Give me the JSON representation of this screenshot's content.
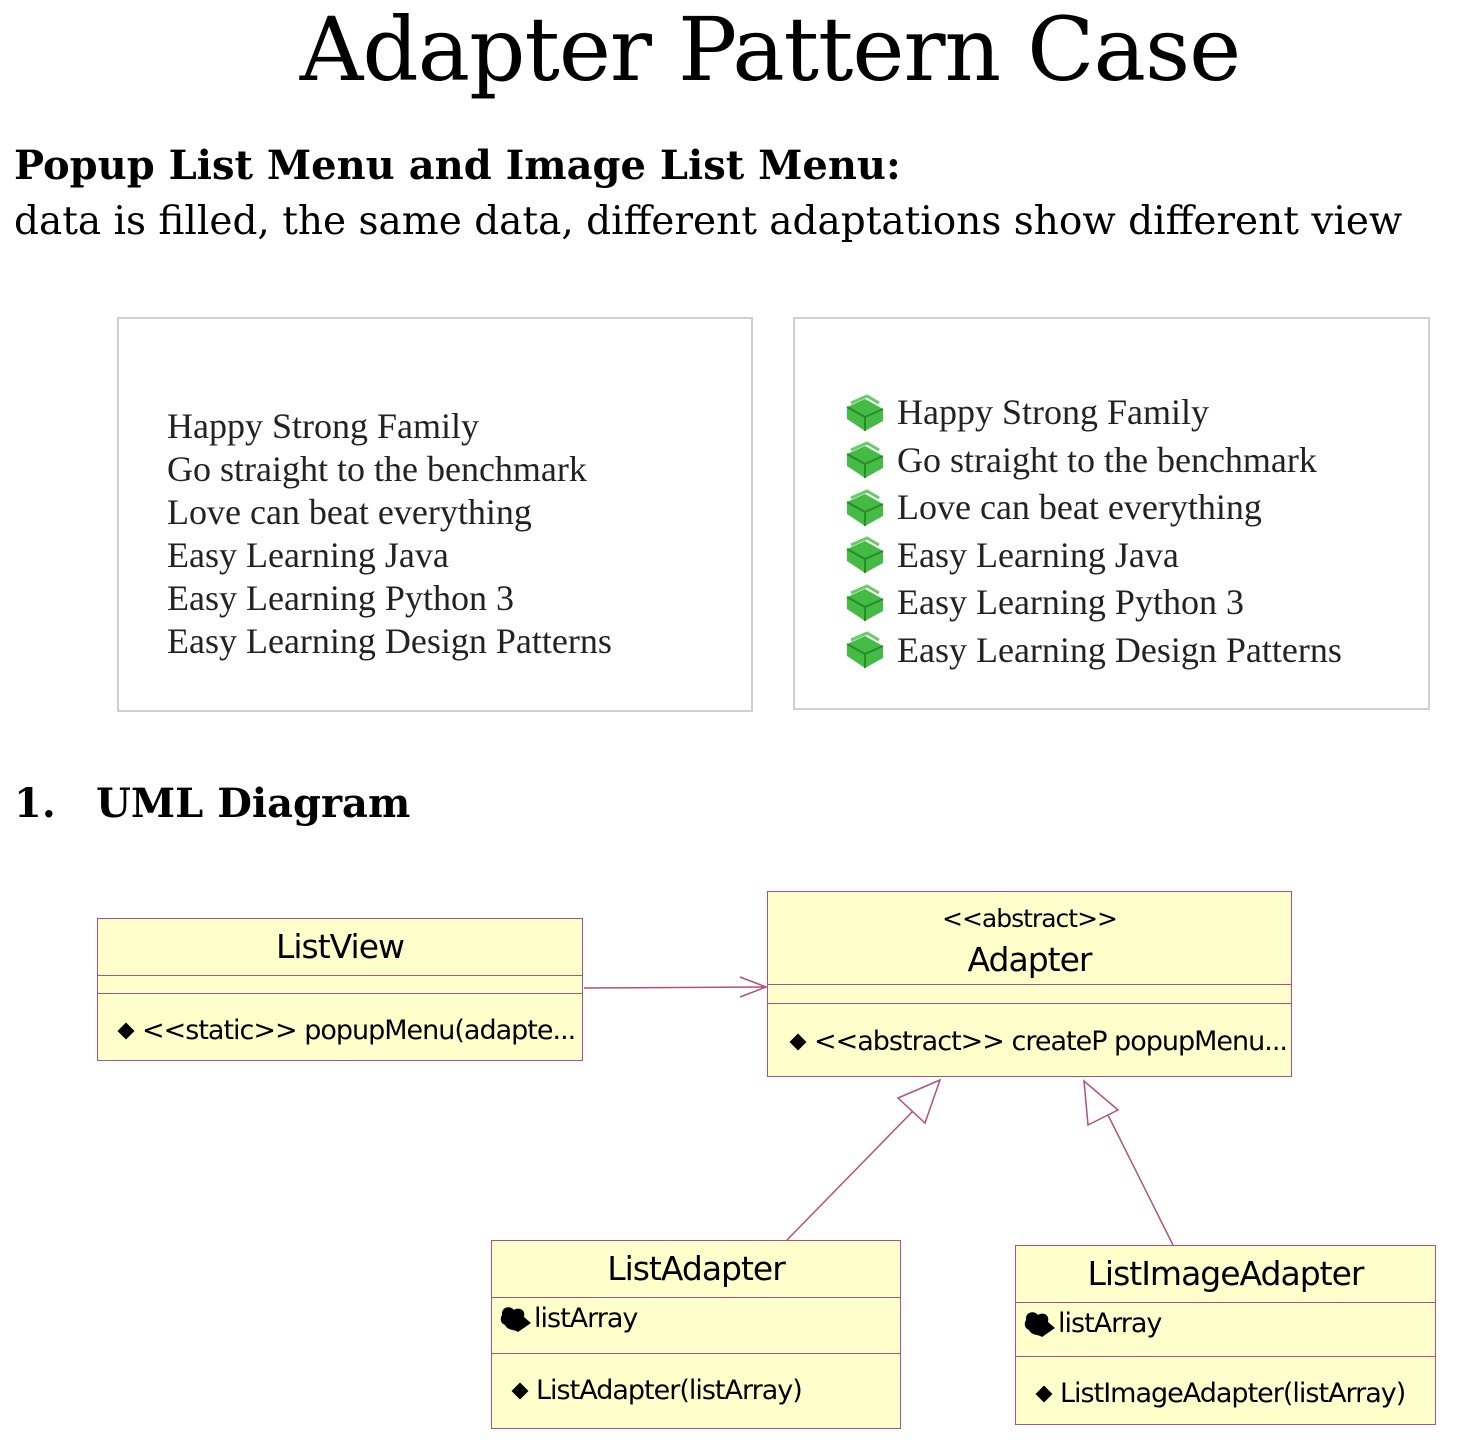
{
  "title": "Adapter Pattern Case",
  "subtitle": "Popup List Menu and Image List Menu:",
  "description": "data is filled, the same data, different adaptations show different view",
  "list_items": [
    "Happy Strong Family",
    "Go straight to the benchmark",
    "Love can beat everything",
    "Easy Learning Java",
    "Easy Learning Python 3",
    "Easy Learning Design Patterns"
  ],
  "icon_color": "#44bb44",
  "section": {
    "number": "1.",
    "title": "UML Diagram"
  },
  "uml": {
    "listview": {
      "name": "ListView",
      "method": "<<static>> popupMenu(adapte..."
    },
    "adapter": {
      "stereotype": "<<abstract>>",
      "name": "Adapter",
      "method": "<<abstract>> createP popupMenu..."
    },
    "listadapter": {
      "name": "ListAdapter",
      "field": "listArray",
      "method": "ListAdapter(listArray)"
    },
    "listimageadapter": {
      "name": "ListImageAdapter",
      "field": "listArray",
      "method": "ListImageAdapter(listArray)"
    },
    "colors": {
      "fill": "#ffffcc",
      "border": "#b05080"
    }
  }
}
